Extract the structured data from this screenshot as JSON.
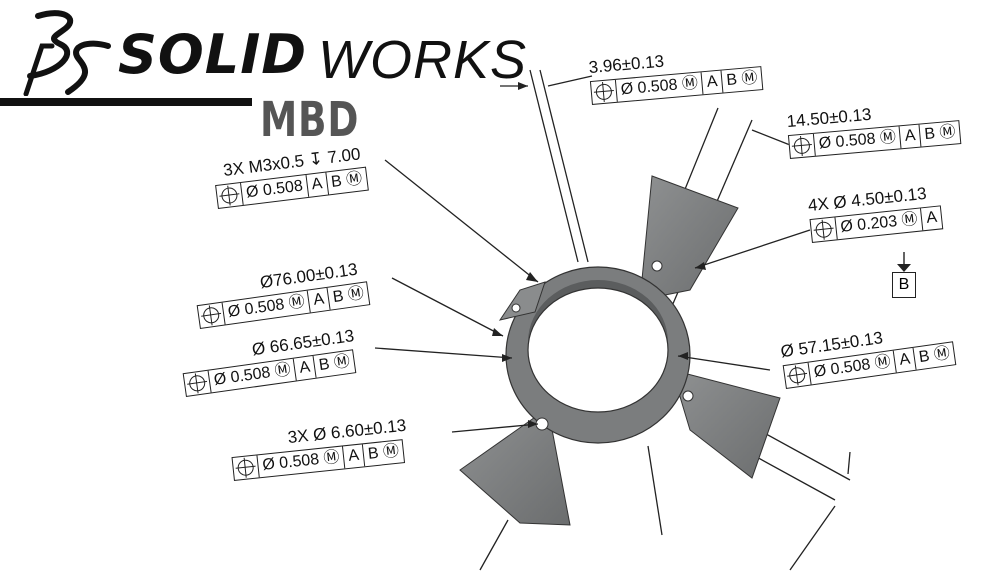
{
  "logo": {
    "brand_bold": "SOLID",
    "brand_light": "WORKS",
    "product": "MBD",
    "mark_icon": "3ds-mark-icon"
  },
  "colors": {
    "ink": "#111111",
    "part": "#7d7f80",
    "part_dark": "#4a4c4d",
    "mbd_gray": "#555555"
  },
  "callouts": {
    "c1": {
      "dim": "3.96±0.13",
      "cells": [
        "⌖",
        "Ø 0.508 Ⓜ",
        "A",
        "B Ⓜ"
      ]
    },
    "c2": {
      "dim": "14.50±0.13",
      "cells": [
        "⌖",
        "Ø 0.508 Ⓜ",
        "A",
        "B Ⓜ"
      ]
    },
    "c3": {
      "dim": "3X M3x0.5 ↧ 7.00",
      "cells": [
        "⌖",
        "Ø 0.508",
        "A",
        "B Ⓜ"
      ]
    },
    "c4": {
      "dim": "4X Ø 4.50±0.13",
      "cells": [
        "⌖",
        "Ø 0.203 Ⓜ",
        "A"
      ],
      "datum": "B"
    },
    "c5": {
      "dim": "Ø76.00±0.13",
      "cells": [
        "⌖",
        "Ø 0.508 Ⓜ",
        "A",
        "B Ⓜ"
      ]
    },
    "c6": {
      "dim": "Ø 66.65±0.13",
      "cells": [
        "⌖",
        "Ø 0.508 Ⓜ",
        "A",
        "B Ⓜ"
      ]
    },
    "c7": {
      "dim": "Ø 57.15±0.13",
      "cells": [
        "⌖",
        "Ø 0.508 Ⓜ",
        "A",
        "B Ⓜ"
      ]
    },
    "c8": {
      "dim": "3X Ø 6.60±0.13",
      "cells": [
        "⌖",
        "Ø 0.508 Ⓜ",
        "A",
        "B Ⓜ"
      ]
    }
  }
}
